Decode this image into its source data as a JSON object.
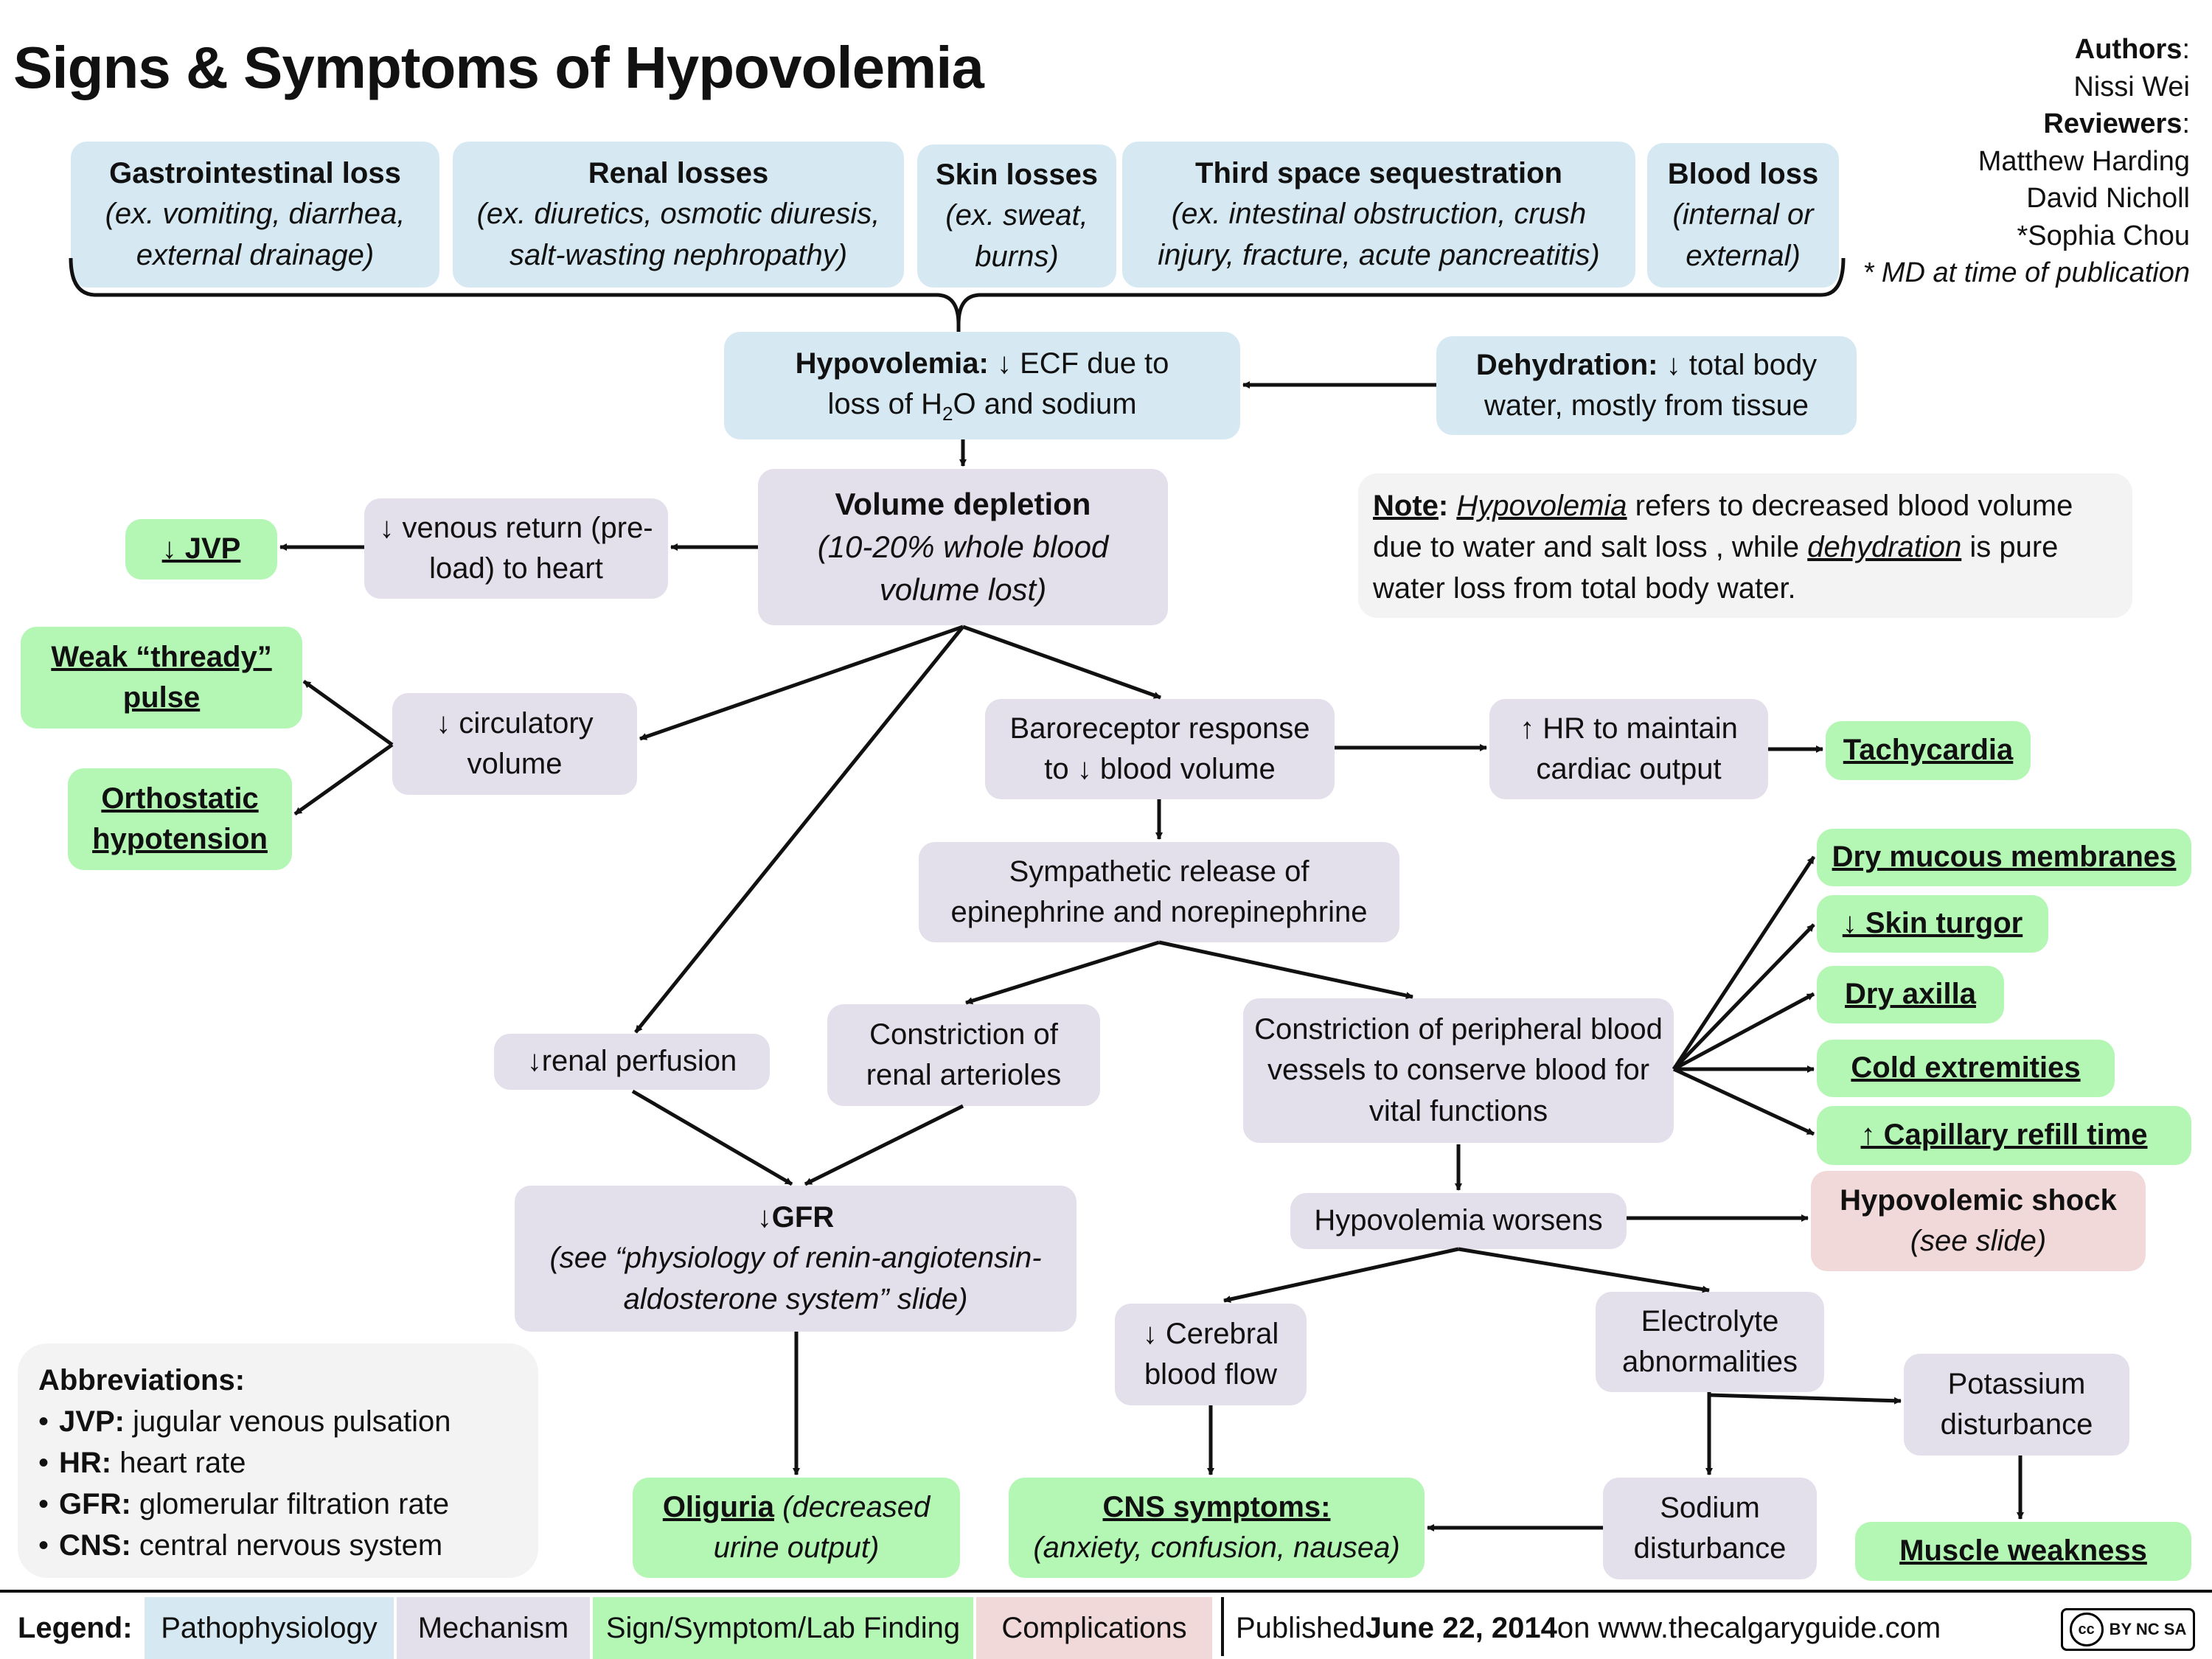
{
  "title": "Signs & Symptoms of Hypovolemia",
  "authors": {
    "authors_label": "Authors",
    "authors": [
      "Nissi Wei"
    ],
    "reviewers_label": "Reviewers",
    "reviewers": [
      "Matthew Harding",
      "David Nicholl",
      "*Sophia Chou"
    ],
    "footnote": "* MD at time of publication"
  },
  "causes": [
    {
      "title": "Gastrointestinal loss",
      "detail": "(ex. vomiting, diarrhea, external drainage)"
    },
    {
      "title": "Renal losses",
      "detail": "(ex. diuretics, osmotic diuresis, salt-wasting nephropathy)"
    },
    {
      "title": "Skin losses",
      "detail": "(ex. sweat, burns)"
    },
    {
      "title": "Third space sequestration",
      "detail": "(ex. intestinal obstruction, crush injury, fracture, acute pancreatitis)"
    },
    {
      "title": "Blood loss",
      "detail": "(internal or external)"
    }
  ],
  "hypovolemia": {
    "bold": "Hypovolemia:",
    "text1": " ↓ ECF due to",
    "text2": "loss of H",
    "sub": "2",
    "text3": "O and sodium"
  },
  "dehydration": {
    "bold": "Dehydration:",
    "text1": " ↓ total body",
    "text2": "water, mostly from tissue"
  },
  "note": {
    "label": "Note",
    "term1": "Hypovolemia",
    "text1": " refers to decreased blood volume due to water and salt loss , while ",
    "term2": "dehydration",
    "text2": " is pure water loss from total body water."
  },
  "volume_depletion": {
    "title": "Volume depletion",
    "detail": "(10-20% whole blood volume lost)"
  },
  "mechanisms": {
    "venous_return": "↓ venous return (pre-load) to heart",
    "circulatory_volume": "↓ circulatory volume",
    "baroreceptor": "Baroreceptor response to ↓ blood volume",
    "hr_maintain": "↑ HR to maintain cardiac output",
    "sympathetic": "Sympathetic release of epinephrine and norepinephrine",
    "renal_perfusion": "↓renal perfusion",
    "constriction_renal": "Constriction of renal arterioles",
    "constriction_peripheral": "Constriction of peripheral blood vessels to conserve blood for vital functions",
    "hypovolemia_worsens": "Hypovolemia worsens",
    "cerebral_flow": "↓ Cerebral blood flow",
    "electrolyte": "Electrolyte abnormalities",
    "potassium": "Potassium disturbance",
    "sodium": "Sodium disturbance"
  },
  "gfr": {
    "title": "↓GFR",
    "detail": "(see “physiology of renin-angiotensin-aldosterone system” slide)"
  },
  "signs": {
    "jvp": "↓ JVP",
    "weak_pulse": "Weak “thready” pulse",
    "orthostatic": "Orthostatic hypotension",
    "tachycardia": "Tachycardia",
    "dry_mucous": "Dry mucous membranes",
    "skin_turgor": "↓ Skin turgor",
    "dry_axilla": "Dry axilla",
    "cold_extremities": "Cold extremities",
    "capillary_refill": "↑ Capillary refill time",
    "oliguria": "Oliguria",
    "oliguria_detail": " (decreased urine output)",
    "cns": "CNS symptoms:",
    "cns_detail": "(anxiety, confusion, nausea)",
    "muscle_weakness": "Muscle weakness"
  },
  "complication": {
    "title": "Hypovolemic shock",
    "detail": "(see slide)"
  },
  "abbreviations": {
    "title": "Abbreviations:",
    "items": [
      {
        "abbr": "JVP:",
        "text": " jugular venous pulsation"
      },
      {
        "abbr": "HR:",
        "text": " heart rate"
      },
      {
        "abbr": "GFR:",
        "text": " glomerular filtration rate"
      },
      {
        "abbr": "CNS:",
        "text": " central nervous system"
      }
    ]
  },
  "legend": {
    "label": "Legend:",
    "items": [
      "Pathophysiology",
      "Mechanism",
      "Sign/Symptom/Lab Finding",
      "Complications"
    ],
    "published_prefix": "Published ",
    "published_date": "June 22, 2014",
    "published_suffix": " on www.thecalgaryguide.com",
    "license": "BY NC SA"
  },
  "colors": {
    "pathophysiology": "#d6e9f2",
    "mechanism": "#e3dfeb",
    "sign": "#b4f7b5",
    "complication": "#f1d9d9",
    "note_bg": "#f3f3f3"
  }
}
